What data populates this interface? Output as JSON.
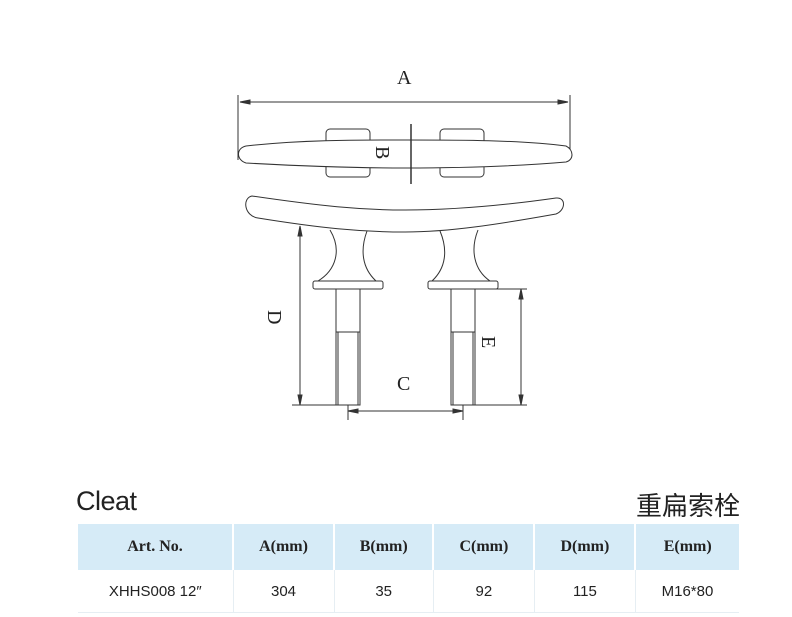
{
  "drawing": {
    "dim_a": "A",
    "dim_b": "B",
    "dim_c": "C",
    "dim_d": "D",
    "dim_e": "E"
  },
  "product": {
    "title": "Cleat",
    "title_cn": "重扁索栓"
  },
  "table": {
    "headers": [
      "Art. No.",
      "A(mm)",
      "B(mm)",
      "C(mm)",
      "D(mm)",
      "E(mm)"
    ],
    "rows": [
      [
        "XHHS008 12″",
        "304",
        "35",
        "92",
        "115",
        "M16*80"
      ]
    ]
  },
  "colors": {
    "header_bg": "#d6ebf7"
  }
}
